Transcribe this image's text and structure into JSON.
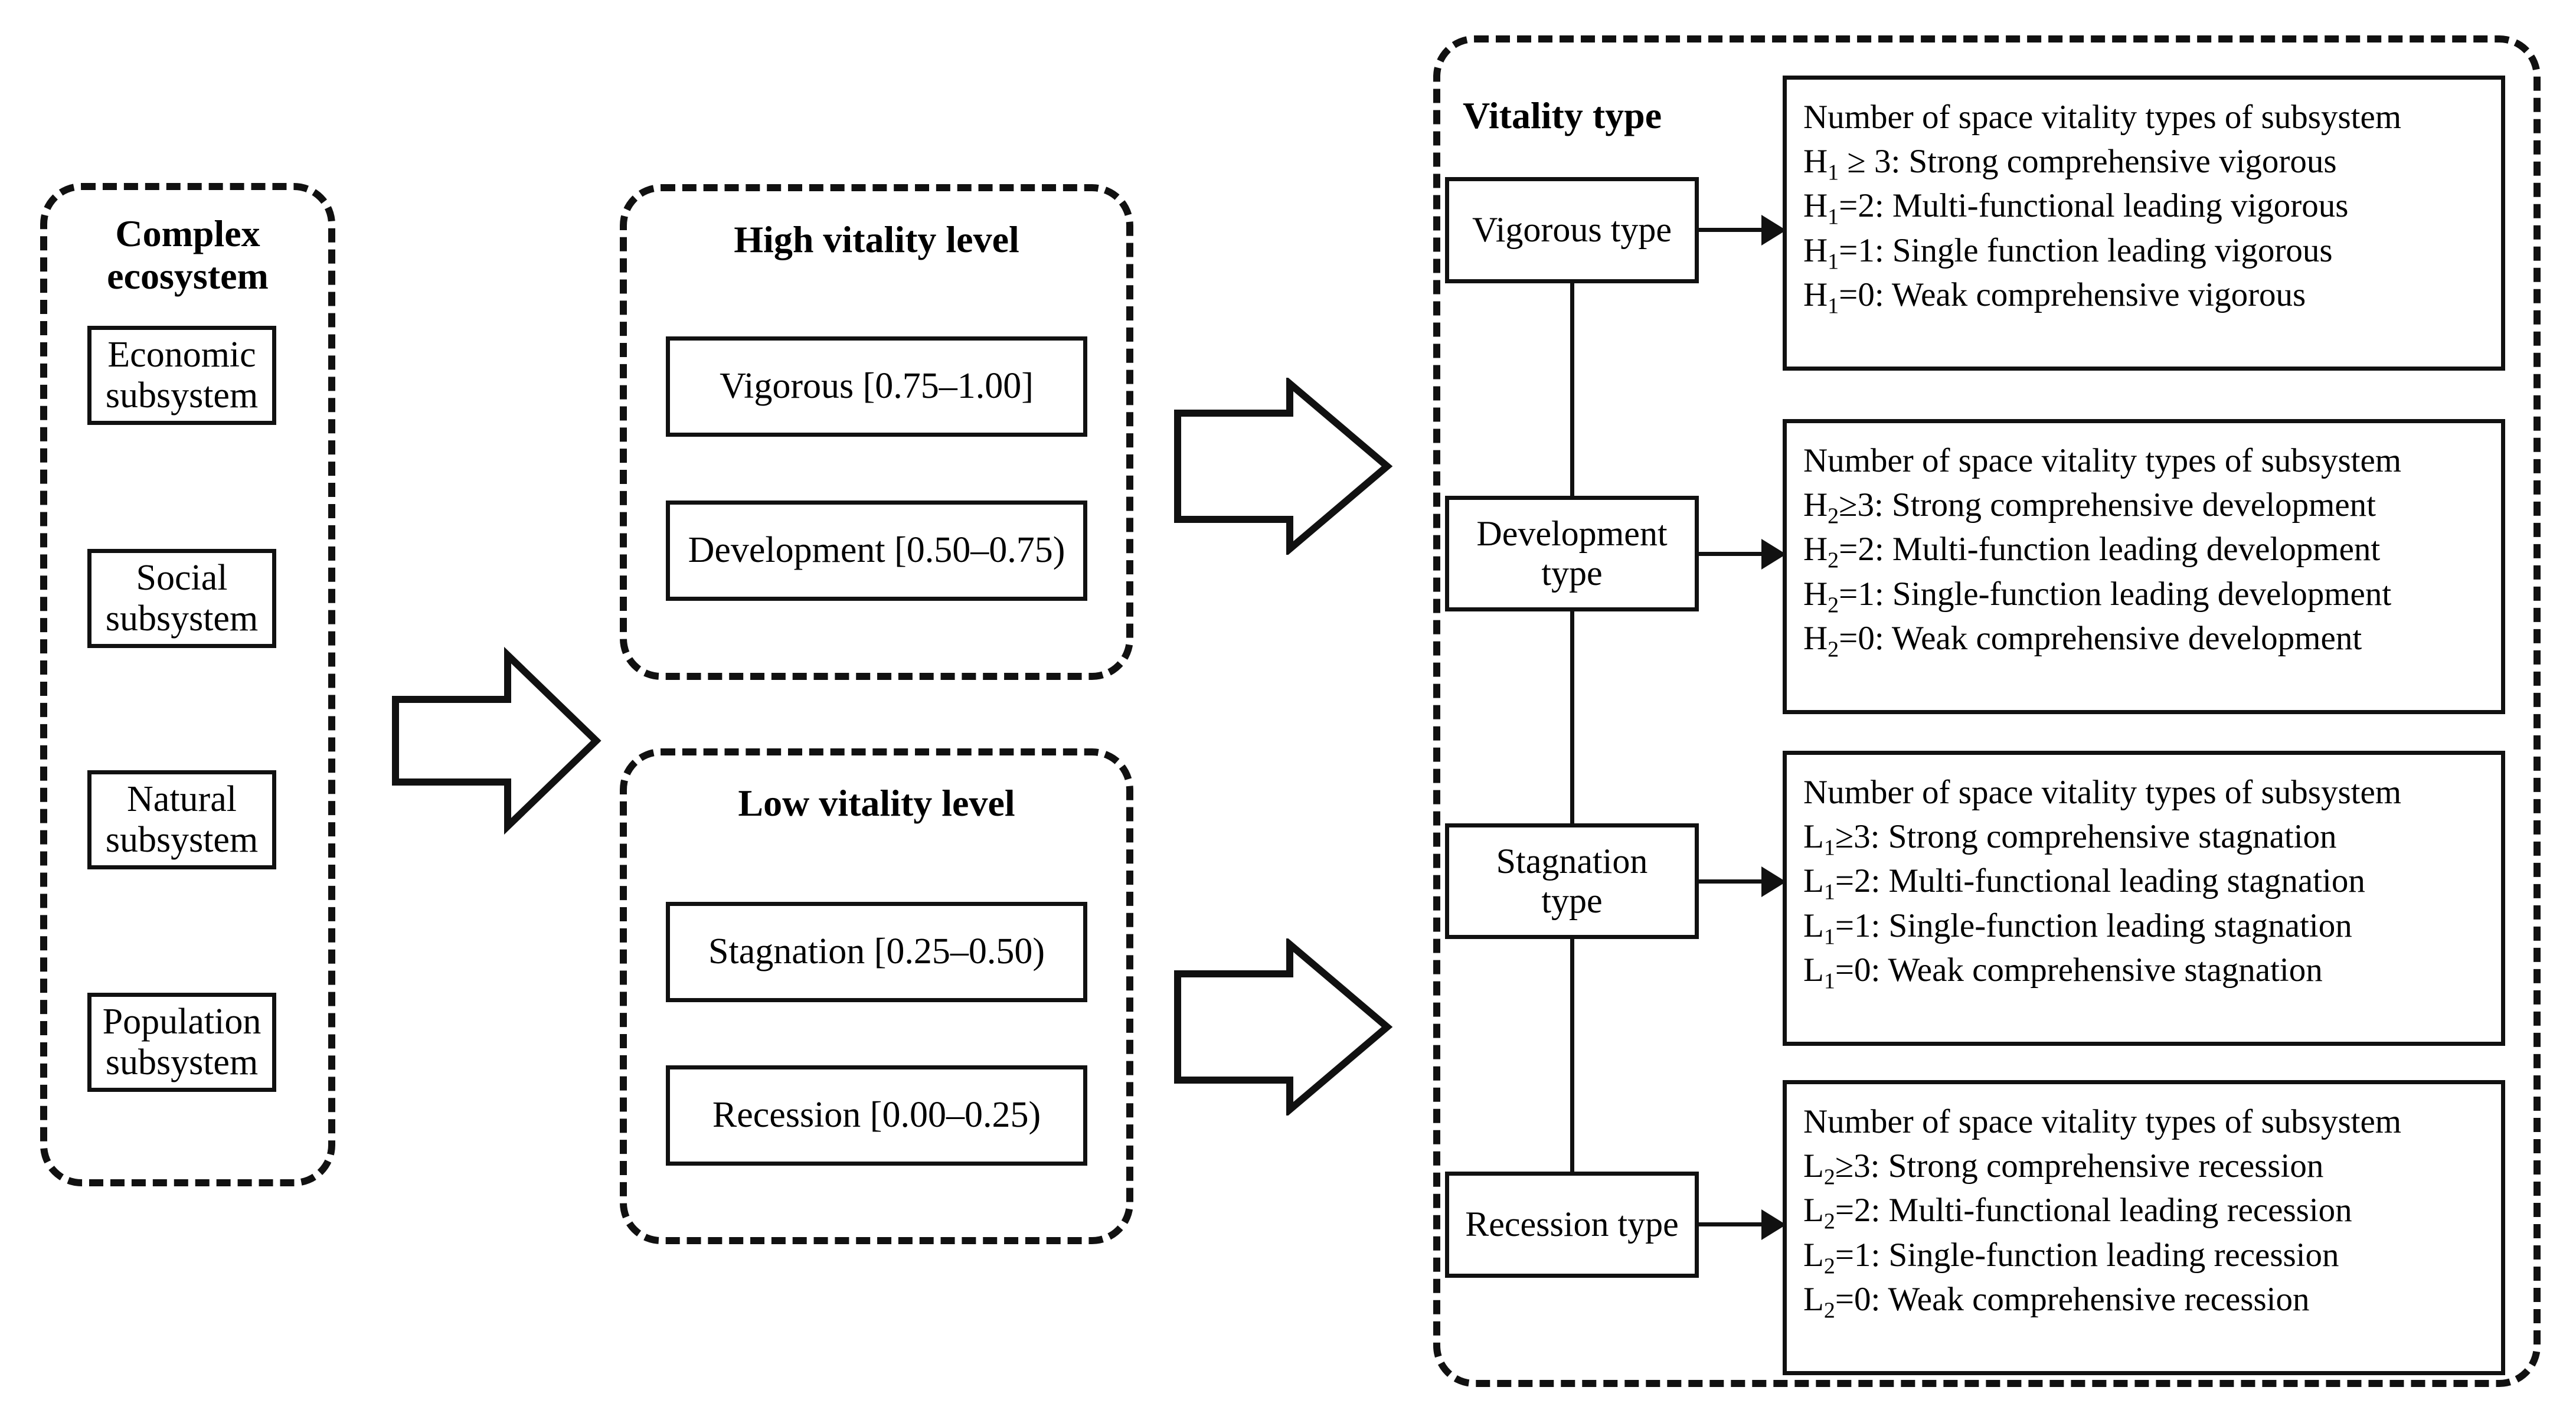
{
  "left": {
    "title": "Complex\necosystem",
    "subsystems": [
      {
        "label": "Economic\nsubsystem"
      },
      {
        "label": "Social\nsubsystem"
      },
      {
        "label": "Natural\nsubsystem"
      },
      {
        "label": "Population\nsubsystem"
      }
    ]
  },
  "middle": {
    "high": {
      "title": "High vitality level",
      "levels": [
        {
          "label": "Vigorous [0.75–1.00]"
        },
        {
          "label": "Development [0.50–0.75)"
        }
      ]
    },
    "low": {
      "title": "Low vitality level",
      "levels": [
        {
          "label": "Stagnation [0.25–0.50)"
        },
        {
          "label": "Recession [0.00–0.25)"
        }
      ]
    }
  },
  "right": {
    "title": "Vitality type",
    "types": [
      {
        "label": "Vigorous type",
        "desc": {
          "header": "Number of space vitality types of subsystem",
          "rules": [
            {
              "sym": "H",
              "sub": "1",
              "op": " ≥ 3",
              "text": ": Strong comprehensive vigorous"
            },
            {
              "sym": "H",
              "sub": "1",
              "op": "=2",
              "text": ": Multi-functional leading vigorous"
            },
            {
              "sym": "H",
              "sub": "1",
              "op": "=1",
              "text": ": Single function leading vigorous"
            },
            {
              "sym": "H",
              "sub": "1",
              "op": "=0",
              "text": ": Weak comprehensive vigorous"
            }
          ]
        }
      },
      {
        "label": "Development\ntype",
        "desc": {
          "header": "Number of space vitality types of subsystem",
          "rules": [
            {
              "sym": "H",
              "sub": "2",
              "op": "≥3",
              "text": ": Strong comprehensive development"
            },
            {
              "sym": "H",
              "sub": "2",
              "op": "=2",
              "text": ": Multi-function leading development"
            },
            {
              "sym": "H",
              "sub": "2",
              "op": "=1",
              "text": ": Single-function leading development"
            },
            {
              "sym": "H",
              "sub": "2",
              "op": "=0",
              "text": ": Weak comprehensive development"
            }
          ]
        }
      },
      {
        "label": "Stagnation\ntype",
        "desc": {
          "header": "Number of space vitality types of subsystem",
          "rules": [
            {
              "sym": "L",
              "sub": "1",
              "op": "≥3",
              "text": ": Strong comprehensive stagnation"
            },
            {
              "sym": "L",
              "sub": "1",
              "op": "=2",
              "text": ": Multi-functional leading stagnation"
            },
            {
              "sym": "L",
              "sub": "1",
              "op": "=1",
              "text": ": Single-function leading stagnation"
            },
            {
              "sym": "L",
              "sub": "1",
              "op": "=0",
              "text": ": Weak comprehensive stagnation"
            }
          ]
        }
      },
      {
        "label": "Recession type",
        "desc": {
          "header": "Number of space vitality types of subsystem",
          "rules": [
            {
              "sym": "L",
              "sub": "2",
              "op": "≥3",
              "text": ": Strong comprehensive recession"
            },
            {
              "sym": "L",
              "sub": "2",
              "op": "=2",
              "text": ": Multi-functional leading recession"
            },
            {
              "sym": "L",
              "sub": "2",
              "op": "=1",
              "text": ": Single-function leading recession"
            },
            {
              "sym": "L",
              "sub": "2",
              "op": "=0",
              "text": ": Weak comprehensive recession"
            }
          ]
        }
      }
    ]
  },
  "colors": {
    "stroke": "#111111",
    "background": "#ffffff"
  }
}
